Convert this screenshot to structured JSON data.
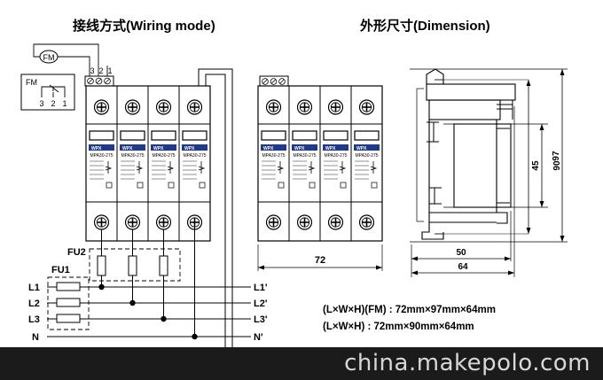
{
  "titles": {
    "wiring": "接线方式(Wiring mode)",
    "dimension": "外形尺寸(Dimension)"
  },
  "module": {
    "brand": "WPX",
    "model": "MPA30-275"
  },
  "labels": {
    "fm_top": "FM",
    "fm_box": "FM",
    "fm_term_1": "3",
    "fm_term_2": "2",
    "fm_term_3": "1",
    "fm_contact_1": "3",
    "fm_contact_2": "2",
    "fm_contact_3": "1",
    "fu1": "FU1",
    "fu2": "FU2",
    "l1": "L1",
    "l2": "L2",
    "l3": "L3",
    "n": "N",
    "l1_out": "L1'",
    "l2_out": "L2'",
    "l3_out": "L3'",
    "n_out": "N'"
  },
  "dimensions": {
    "width": "72",
    "height_total": "97",
    "height_body": "90",
    "height_window": "45",
    "depth_inner": "50",
    "depth_total": "64"
  },
  "specs": {
    "fm": "(L×W×H)(FM) : 72mm×97mm×64mm",
    "std": "(L×W×H) : 72mm×90mm×64mm"
  },
  "watermark": "china.makepolo.com"
}
